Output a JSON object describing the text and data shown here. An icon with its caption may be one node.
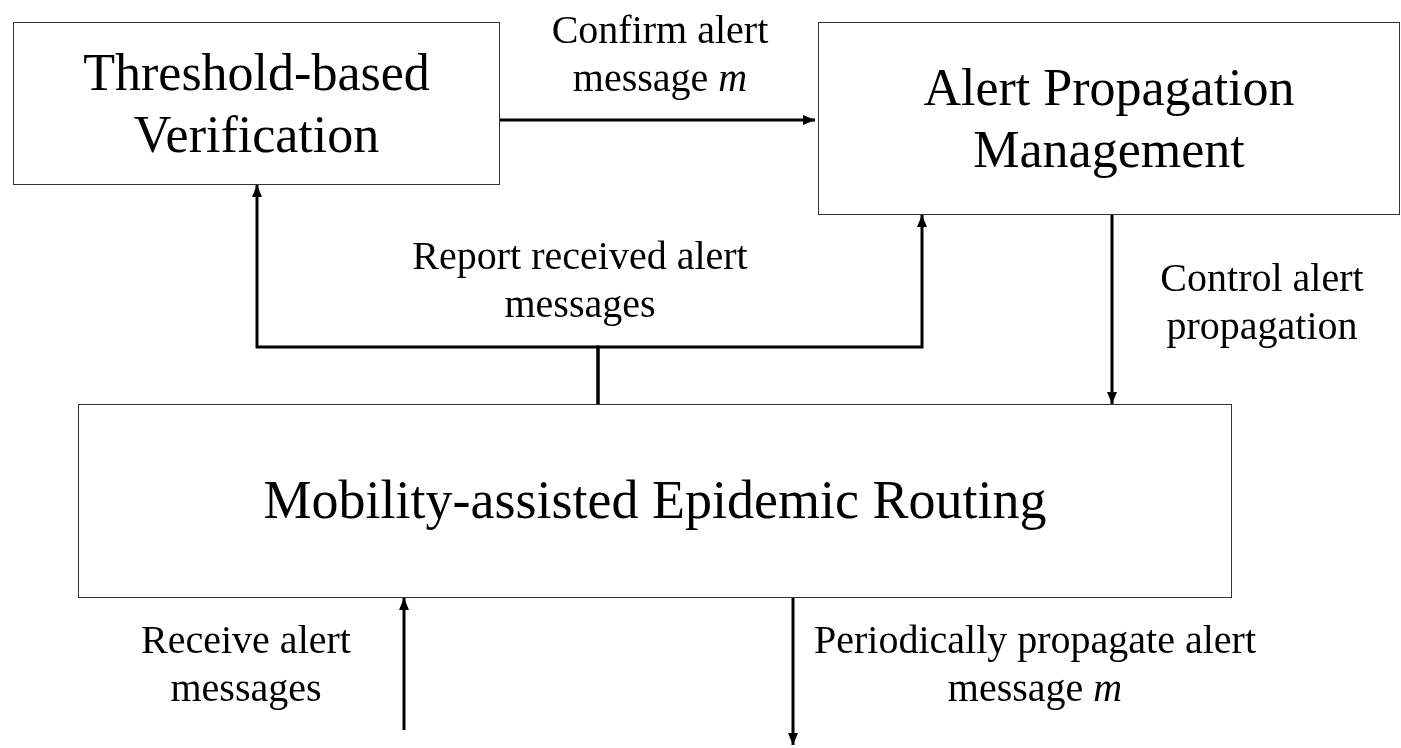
{
  "diagram": {
    "nodes": [
      {
        "text": [
          "Threshold-based Verification"
        ]
      },
      {
        "text": [
          "Alert Propagation Management"
        ]
      },
      {
        "text": [
          "Mobility-assisted Epidemic Routing"
        ]
      }
    ],
    "edges": [
      {
        "from": 0,
        "to": 1,
        "arrow": "to",
        "label": "Confirm alert message *m*"
      },
      {
        "from": 2,
        "to": 0,
        "arrow": "to",
        "label": "Report received alert messages"
      },
      {
        "from": 2,
        "to": 1,
        "arrow": "to"
      },
      {
        "from": 1,
        "to": 2,
        "arrow": "to",
        "label": "Control alert propagation"
      },
      {
        "from": null,
        "to": 2,
        "arrow": "to",
        "label": "Receive alert messages"
      },
      {
        "from": 2,
        "to": null,
        "arrow": "to",
        "label": "Periodically propagate alert message *m*"
      }
    ]
  }
}
